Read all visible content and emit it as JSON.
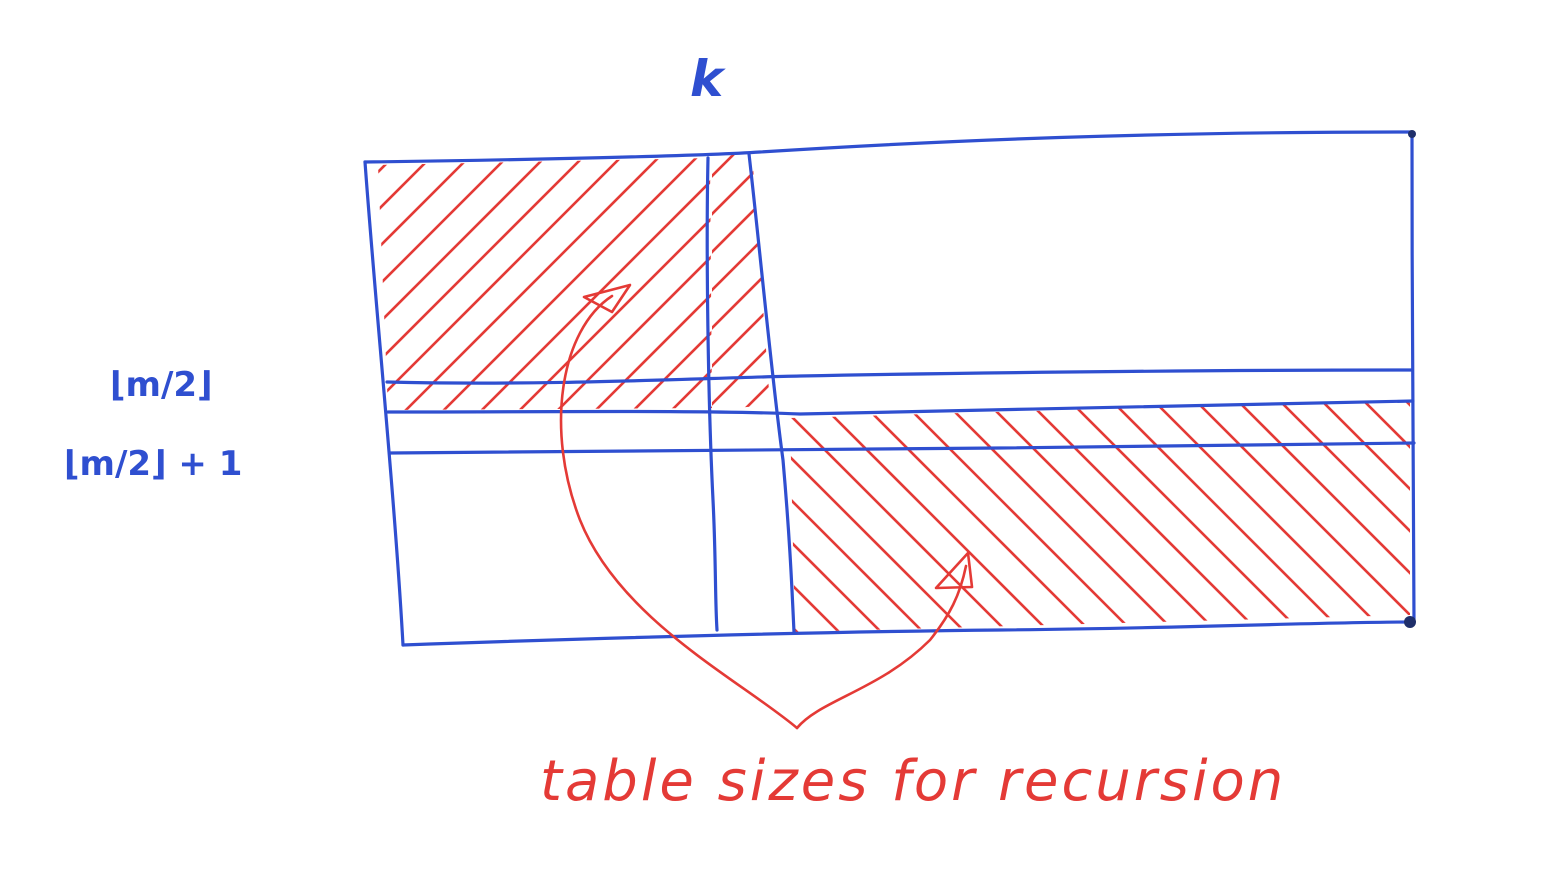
{
  "labels": {
    "column_marker": "k",
    "row_mid": "⌊m/2⌋",
    "row_mid_plus_one": "⌊m/2⌋ + 1",
    "caption": "table sizes for recursion"
  },
  "colors": {
    "blue_ink": "#2f4fd0",
    "red_ink": "#e43a36",
    "paper": "#ffffff"
  }
}
